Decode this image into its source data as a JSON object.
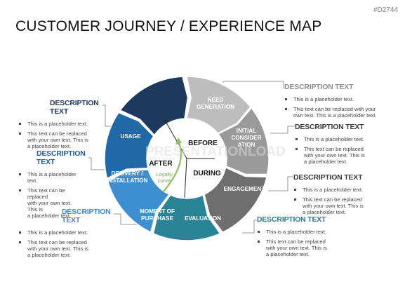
{
  "slide_id": "#D2744",
  "title": "CUSTOMER JOURNEY / EXPERIENCE MAP",
  "watermark": "PRESENTATIONLOAD",
  "inner": {
    "before": "BEFORE",
    "during": "DURING",
    "after": "AFTER",
    "loyalty_line1": "Loyalty",
    "loyalty_line2": "curve"
  },
  "segments": [
    {
      "line1": "NEED",
      "line2": "GENERATION",
      "line3": "",
      "color": "#bdbdbd"
    },
    {
      "line1": "INITIAL",
      "line2": "CONSIDER",
      "line3": "ATION",
      "color": "#9a9a9a"
    },
    {
      "line1": "ENGAGEMENT",
      "line2": "",
      "line3": "",
      "color": "#6e6e6e"
    },
    {
      "line1": "EVALUATION",
      "line2": "",
      "line3": "",
      "color": "#2a8396"
    },
    {
      "line1": "MOMENT OF",
      "line2": "PURCHASE",
      "line3": "",
      "color": "#3d8fd1"
    },
    {
      "line1": "DELIVERY /",
      "line2": "INSTALLATION",
      "line3": "",
      "color": "#2068a8"
    },
    {
      "line1": "USAGE",
      "line2": "",
      "line3": "",
      "color": "#1d3a5e"
    }
  ],
  "descriptions": {
    "need_generation": {
      "heading": "DESCRIPTION TEXT",
      "b1": "This is a placeholder text.",
      "b2a": "This text can be replaced with your",
      "b2b": "own text. This is a placeholder text."
    },
    "initial_consideration": {
      "heading": "DESCRIPTION TEXT",
      "b1": "This is a placeholder text.",
      "b2a": "This text can be replaced",
      "b2b": "with your own text. This is",
      "b2c": "a placeholder text."
    },
    "engagement": {
      "heading": "DESCRIPTION TEXT",
      "b1": "This is a placeholder text.",
      "b2a": "This text can be replaced",
      "b2b": "with your own text. This is",
      "b2c": "a placeholder text."
    },
    "evaluation": {
      "heading": "DESCRIPTION TEXT",
      "b1": "This is a placeholder text.",
      "b2a": "This text can be replaced",
      "b2b": "with your own text. This is",
      "b2c": "a placeholder text."
    },
    "usage": {
      "heading": "DESCRIPTION TEXT",
      "b1": "This is a placeholder text.",
      "b2a": "This text can be replaced",
      "b2b": "with your own text. This is",
      "b2c": "a placeholder text."
    },
    "delivery": {
      "heading": "DESCRIPTION TEXT",
      "b1a": "This is a placeholder",
      "b1b": "text.",
      "b2a": "This text can be",
      "b2b": "replaced",
      "b2c": "with your own text.",
      "b2d": "This is",
      "b2e": "a placeholder text."
    },
    "moment_of_purchase": {
      "heading": "DESCRIPTION TEXT",
      "b1": "This is a placeholder text.",
      "b2a": "This text can be replaced",
      "b2b": "with your own text. This is",
      "b2c": "a placeholder text."
    }
  }
}
